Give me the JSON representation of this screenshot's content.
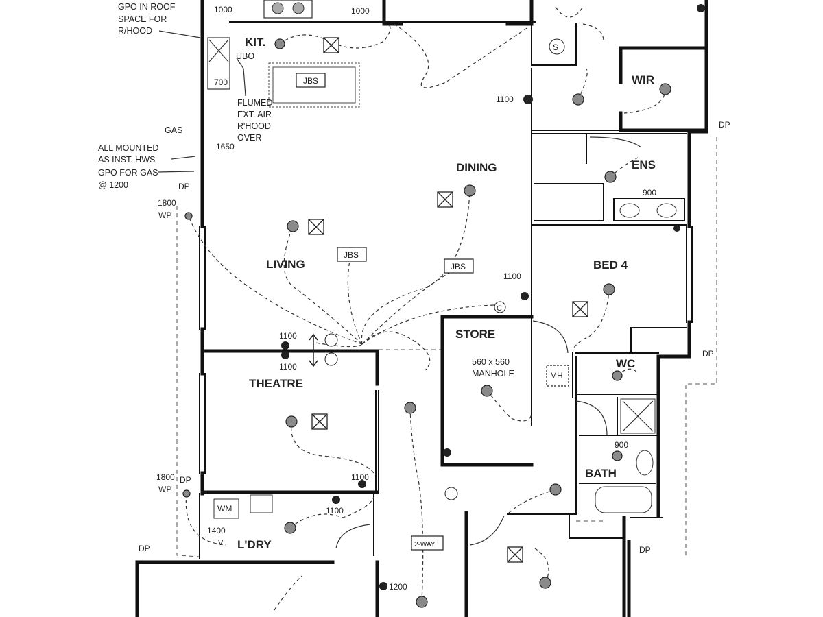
{
  "rooms": {
    "kit": "KIT.",
    "dining": "DINING",
    "living": "LIVING",
    "theatre": "THEATRE",
    "store": "STORE",
    "wir": "WIR",
    "ens": "ENS",
    "bed4": "BED 4",
    "wc": "WC",
    "bath": "BATH",
    "ldry": "L'DRY"
  },
  "notes": {
    "gpo_roof_1": "GPO IN ROOF",
    "gpo_roof_2": "SPACE FOR",
    "gpo_roof_3": "R/HOOD",
    "flumed_1": "FLUMED",
    "flumed_2": "EXT. AIR",
    "flumed_3": "R'HOOD",
    "flumed_4": "OVER",
    "hws_1": "ALL MOUNTED",
    "hws_2": "AS INST. HWS",
    "hws_3": "GPO FOR GAS",
    "hws_4": "@ 1200",
    "gas": "GAS",
    "manhole_1": "560 x 560",
    "manhole_2": "MANHOLE",
    "uboard": "UBO"
  },
  "labels": {
    "jbs_kit": "JBS",
    "jbs_living": "JBS",
    "jbs_dining": "JBS",
    "mh": "MH",
    "wm": "WM",
    "two_way": "2-WAY",
    "switch_s": "S",
    "switch_c": "C",
    "switch_v": "V"
  },
  "dimensions": {
    "d1000_a": "1000",
    "d1000_b": "1000",
    "d700": "700",
    "d1100_wir": "1100",
    "d1650": "1650",
    "d1800_a": "1800",
    "wp_a": "WP",
    "dp_a": "DP",
    "d900_ens": "900",
    "d1100_bed4": "1100",
    "d1100_top": "1100",
    "d1100_bot": "1100",
    "d1100_theatre": "1100",
    "d1100_ldry": "1100",
    "d1800_b": "1800",
    "wp_b": "WP",
    "dp_b": "DP",
    "d1400": "1400",
    "dp_c": "DP",
    "d1200": "1200",
    "d900_bath": "900",
    "dp_d": "DP",
    "dp_e": "DP",
    "dp_f": "DP"
  }
}
